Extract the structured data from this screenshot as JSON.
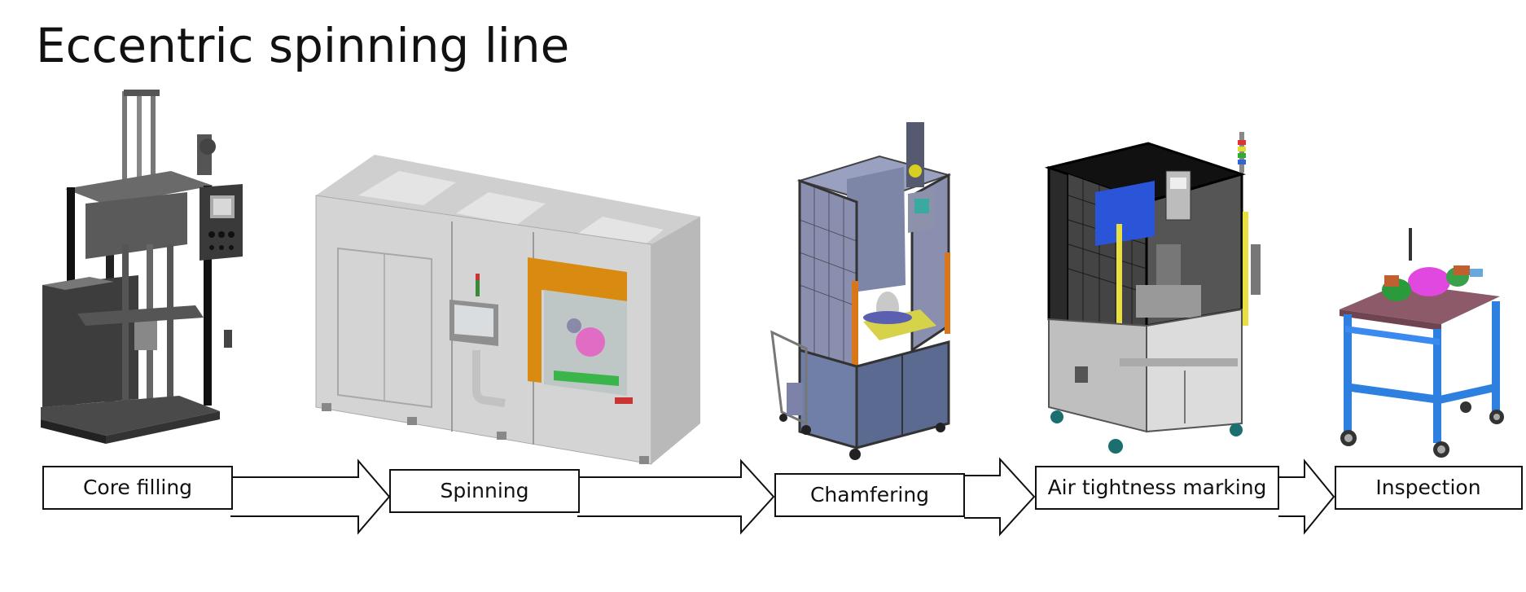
{
  "title": "Eccentric spinning line",
  "steps": [
    {
      "label": "Core filling"
    },
    {
      "label": "Spinning"
    },
    {
      "label": "Chamfering"
    },
    {
      "label": "Air tightness marking"
    },
    {
      "label": "Inspection"
    }
  ]
}
